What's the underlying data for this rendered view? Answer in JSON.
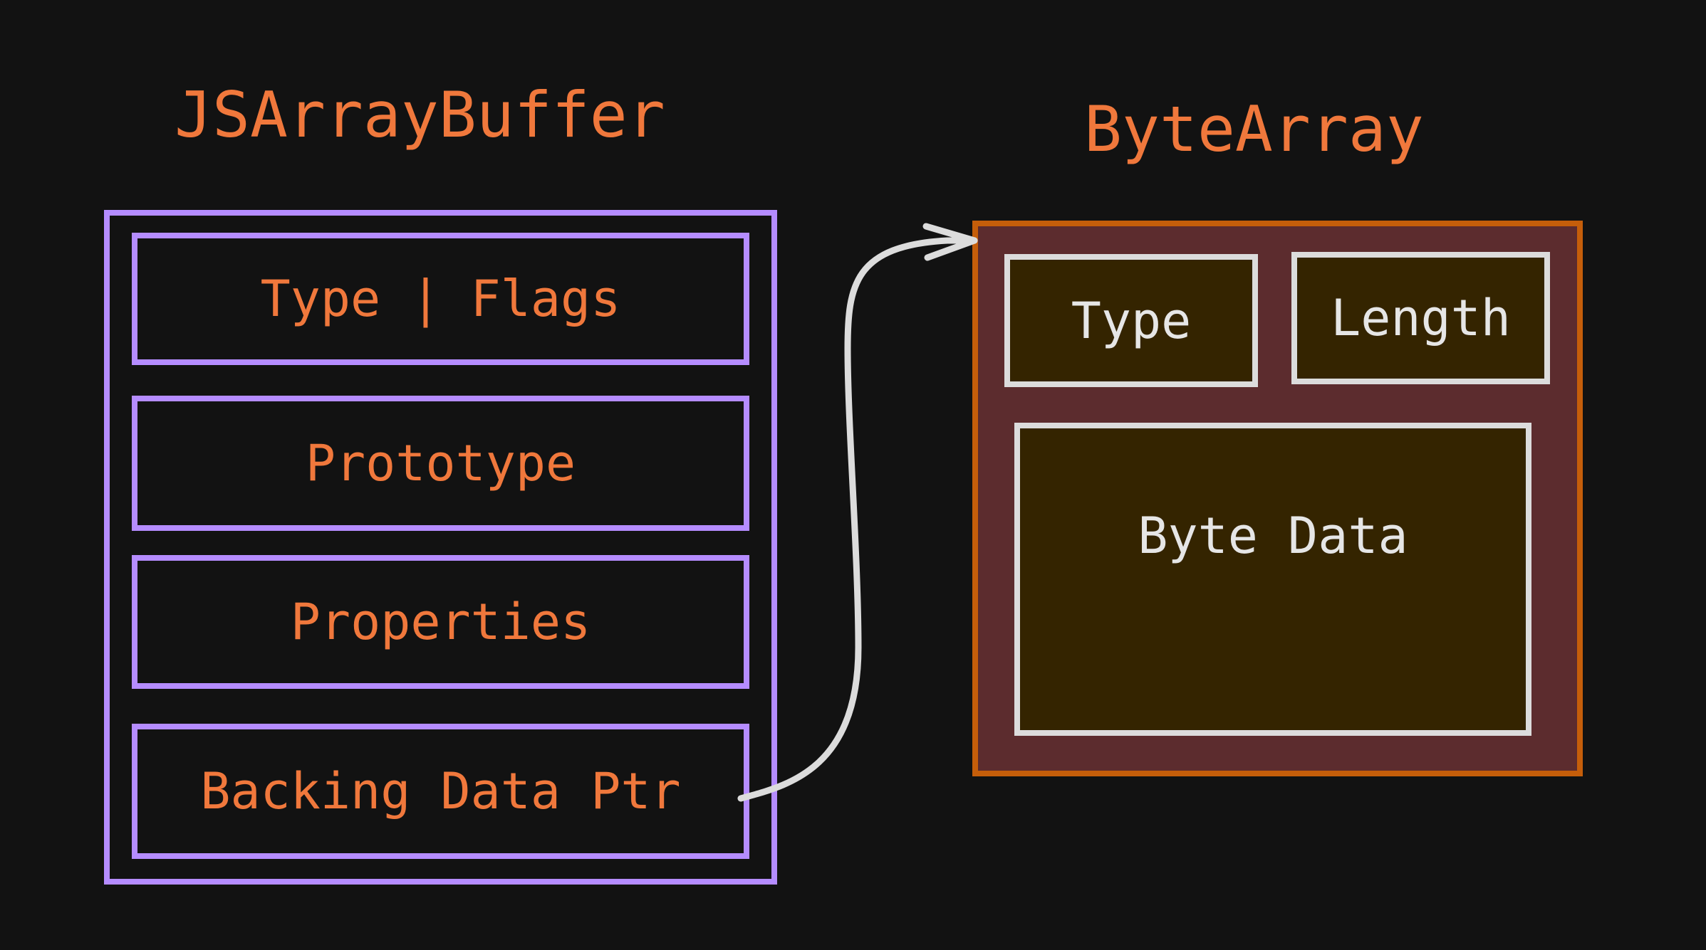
{
  "left_struct": {
    "title": "JSArrayBuffer",
    "fields": [
      "Type | Flags",
      "Prototype",
      "Properties",
      "Backing Data Ptr"
    ]
  },
  "right_struct": {
    "title": "ByteArray",
    "cells": {
      "type": "Type",
      "length": "Length",
      "data": "Byte Data"
    }
  },
  "colors": {
    "background": "#121212",
    "title_text": "#f0783c",
    "left_border": "#b58cff",
    "right_border": "#c55e0a",
    "right_fill": "#5c2c2e",
    "cell_border": "#dcdcdc",
    "cell_fill": "#342400",
    "cell_text": "#e6e6e6",
    "arrow": "#dcdcdc"
  }
}
